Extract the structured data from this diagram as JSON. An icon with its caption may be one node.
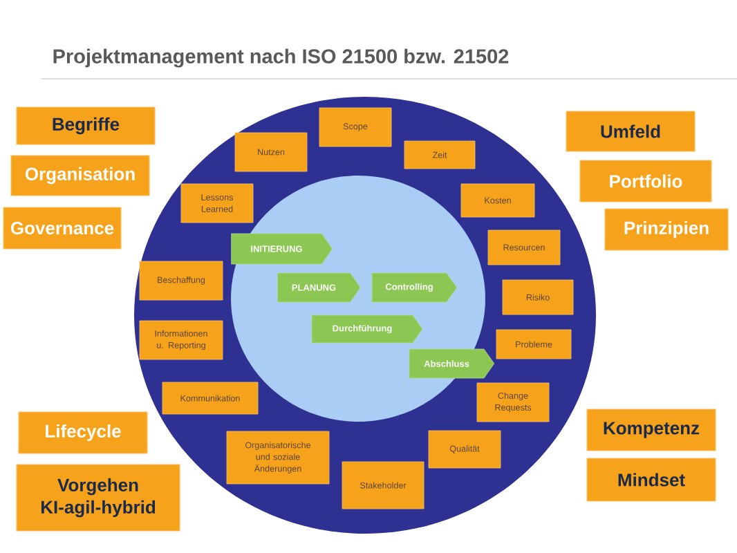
{
  "diagram": {
    "title": "Projektmanagement nach ISO 21500 bzw. 21502",
    "nodes": [
      {
        "text": [
          "Begriffe"
        ]
      },
      {
        "text": [
          "Organisation"
        ]
      },
      {
        "text": [
          "Governance"
        ]
      },
      {
        "text": [
          "Umfeld"
        ]
      },
      {
        "text": [
          "Portfolio"
        ]
      },
      {
        "text": [
          "Prinzipien"
        ]
      },
      {
        "text": [
          "Scope"
        ]
      },
      {
        "text": [
          "Nutzen"
        ]
      },
      {
        "text": [
          "Zeit"
        ]
      },
      {
        "text": [
          "Lessons Learned"
        ]
      },
      {
        "text": [
          "Kosten"
        ]
      },
      {
        "text": [
          "Resourcen"
        ]
      },
      {
        "text": [
          "INITIERUNG"
        ]
      },
      {
        "text": [
          "Beschaffung"
        ]
      },
      {
        "text": [
          "PLANUNG"
        ]
      },
      {
        "text": [
          "Controlling"
        ]
      },
      {
        "text": [
          "Risiko"
        ]
      },
      {
        "text": [
          "Durchführung"
        ]
      },
      {
        "text": [
          "Informationen u. Reporting"
        ]
      },
      {
        "text": [
          "Probleme"
        ]
      },
      {
        "text": [
          "Abschluss"
        ]
      },
      {
        "text": [
          "Kommunikation"
        ]
      },
      {
        "text": [
          "Change Requests"
        ]
      },
      {
        "text": [
          "Organisatorische und soziale Änderungen"
        ]
      },
      {
        "text": [
          "Qualität"
        ]
      },
      {
        "text": [
          "Stakeholder"
        ]
      },
      {
        "text": [
          "Lifecycle"
        ]
      },
      {
        "text": [
          "Kompetenz"
        ]
      },
      {
        "text": [
          "Mindset"
        ]
      },
      {
        "text": [
          "Vorgehen KI-agil-hybrid"
        ]
      }
    ],
    "edges": []
  }
}
